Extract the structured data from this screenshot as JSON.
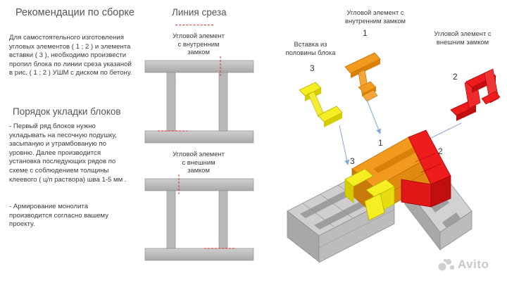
{
  "left": {
    "title": "Рекомендации по сборке",
    "para1": [
      "Для самостоятельного изготовления",
      "угловых элементов ( 1 ; 2 ) и элемента",
      "вставки ( 3 ), необходимо произвести",
      "пропил блока по линии среза указаной",
      "в рис. ( 1 ; 2 ) УШМ с диском по бетону."
    ],
    "subtitle": "Порядок укладки блоков",
    "para2": [
      "- Первый ряд блоков нужно",
      "укладывать на песочную подушку,",
      "засыпаную и утрамбованую по",
      "уровню. Далее производится",
      "установка последующих рядов по",
      "схеме с соблюдением толщины",
      "клеевого ( ц/п раствора) шва 1-5 мм ."
    ],
    "para3": [
      "- Армирование монолита",
      "производится согласно вашему",
      "проекту."
    ]
  },
  "middle": {
    "title": "Линия среза",
    "label_top": [
      "Угловой элемент",
      "с внутренним",
      "замком"
    ],
    "label_bottom": [
      "Угловой элемент",
      "с внешним",
      "замком"
    ]
  },
  "right": {
    "label_1": [
      "Угловой элемент с",
      "внутренним замком"
    ],
    "label_2": [
      "Угловой элемент с",
      "внешним замком"
    ],
    "label_3": [
      "Вставка из",
      "половины блока"
    ],
    "num_1": "1",
    "num_2": "2",
    "num_3": "3",
    "num_1b": "1",
    "num_2b": "2",
    "num_3b": "3"
  },
  "watermark": "Avito",
  "colors": {
    "cut_line": "#e03030",
    "arrow": "#8fb3d9",
    "orange": "#f29a1e",
    "red": "#ee1c1c",
    "yellow": "#f5ee22",
    "gray": "#bdbdbd"
  }
}
